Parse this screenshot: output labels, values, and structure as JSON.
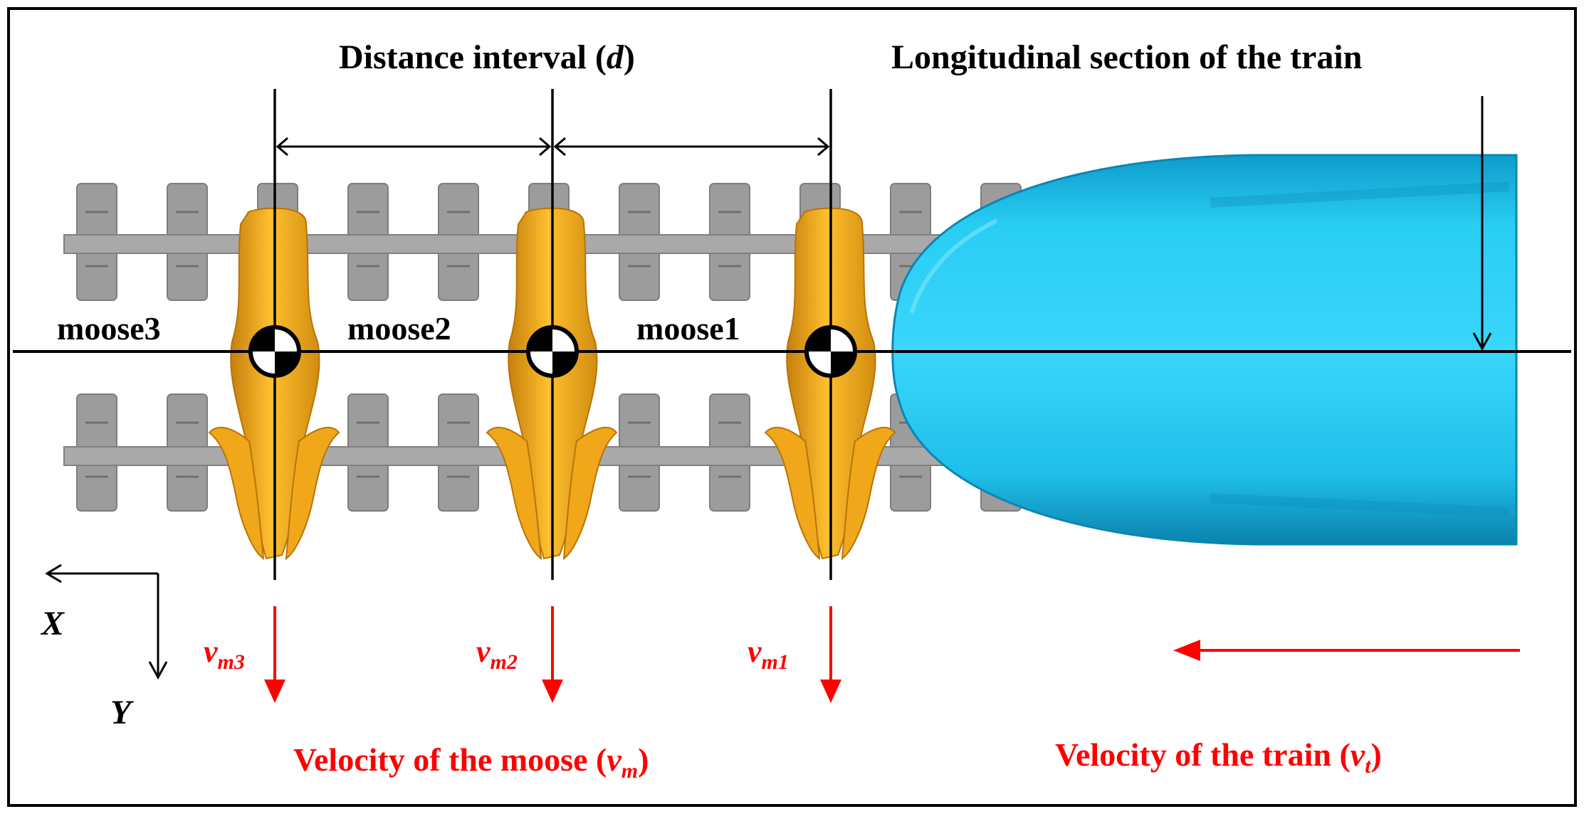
{
  "figure": {
    "distance_label": "Distance interval (",
    "distance_symbol": "d",
    "distance_close": ")",
    "section_label": "Longitudinal section of the train",
    "moose_labels": [
      "moose1",
      "moose2",
      "moose3"
    ],
    "velocity_labels": [
      {
        "base": "v",
        "sub": "m1"
      },
      {
        "base": "v",
        "sub": "m2"
      },
      {
        "base": "v",
        "sub": "m3"
      }
    ],
    "axis_x": "X",
    "axis_y": "Y",
    "moose_velocity": {
      "text": "Velocity of the moose (",
      "base": "v",
      "sub": "m",
      "close": ")"
    },
    "train_velocity": {
      "text": "Velocity of the train (",
      "base": "v",
      "sub": "t",
      "close": ")"
    }
  },
  "colors": {
    "train": "#19bfe8",
    "train_dark": "#0b86b3",
    "moose": "#f0a71a",
    "moose_dark": "#b8740a",
    "rail": "#a9a9a9",
    "sleeper": "#9c9c9c",
    "velocity": "#ff0000"
  },
  "icons": [
    "center-of-mass-icon",
    "axis-arrows-icon"
  ]
}
